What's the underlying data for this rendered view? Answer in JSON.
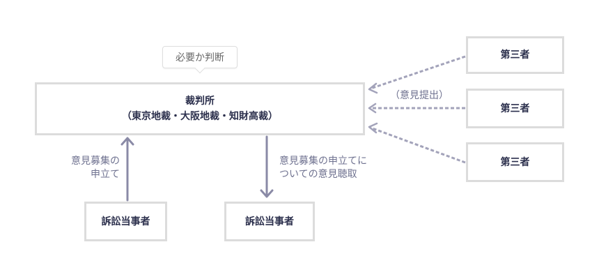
{
  "court": {
    "title": "裁判所",
    "subtitle": "（東京地裁・大阪地裁・知財高裁）"
  },
  "bubble": {
    "text": "必要か判断"
  },
  "third_parties": [
    {
      "label": "第三者"
    },
    {
      "label": "第三者"
    },
    {
      "label": "第三者"
    }
  ],
  "submission_label": "（意見提出）",
  "parties": [
    {
      "label": "訴訟当事者"
    },
    {
      "label": "訴訟当事者"
    }
  ],
  "request_label": {
    "line1": "意見募集の",
    "line2": "申立て"
  },
  "hearing_label": {
    "line1": "意見募集の申立てに",
    "line2": "ついての意見聴取"
  },
  "colors": {
    "arrow": "#8a8aa6",
    "dashed": "#a3a3ba",
    "text": "#2b2f4c"
  }
}
